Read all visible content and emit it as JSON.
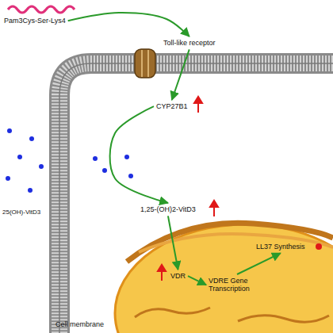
{
  "diagram": {
    "nodes": [
      {
        "text": [
          "Pam3Cys-Ser-Lys4"
        ]
      },
      {
        "text": [
          "Toll-like receptor"
        ]
      },
      {
        "text": [
          "CYP27B1"
        ]
      },
      {
        "text": [
          "25(OH)-VitD3"
        ]
      },
      {
        "text": [
          "1,25-(OH)2-VitD3"
        ]
      },
      {
        "text": [
          "VDR"
        ]
      },
      {
        "text": [
          "VDRE Gene Transcription"
        ]
      },
      {
        "text": [
          "LL37 Synthesis"
        ]
      }
    ],
    "edges": [
      {
        "from": 0,
        "to": 1,
        "arrow": "to"
      },
      {
        "from": 1,
        "to": 2,
        "arrow": "to"
      },
      {
        "from": 2,
        "to": 4,
        "arrow": "to"
      },
      {
        "from": 4,
        "to": 5,
        "arrow": "to"
      },
      {
        "from": 5,
        "to": 6,
        "arrow": "to"
      },
      {
        "from": 6,
        "to": 7,
        "arrow": "to"
      }
    ],
    "labels": [
      "Cell membrane"
    ]
  }
}
